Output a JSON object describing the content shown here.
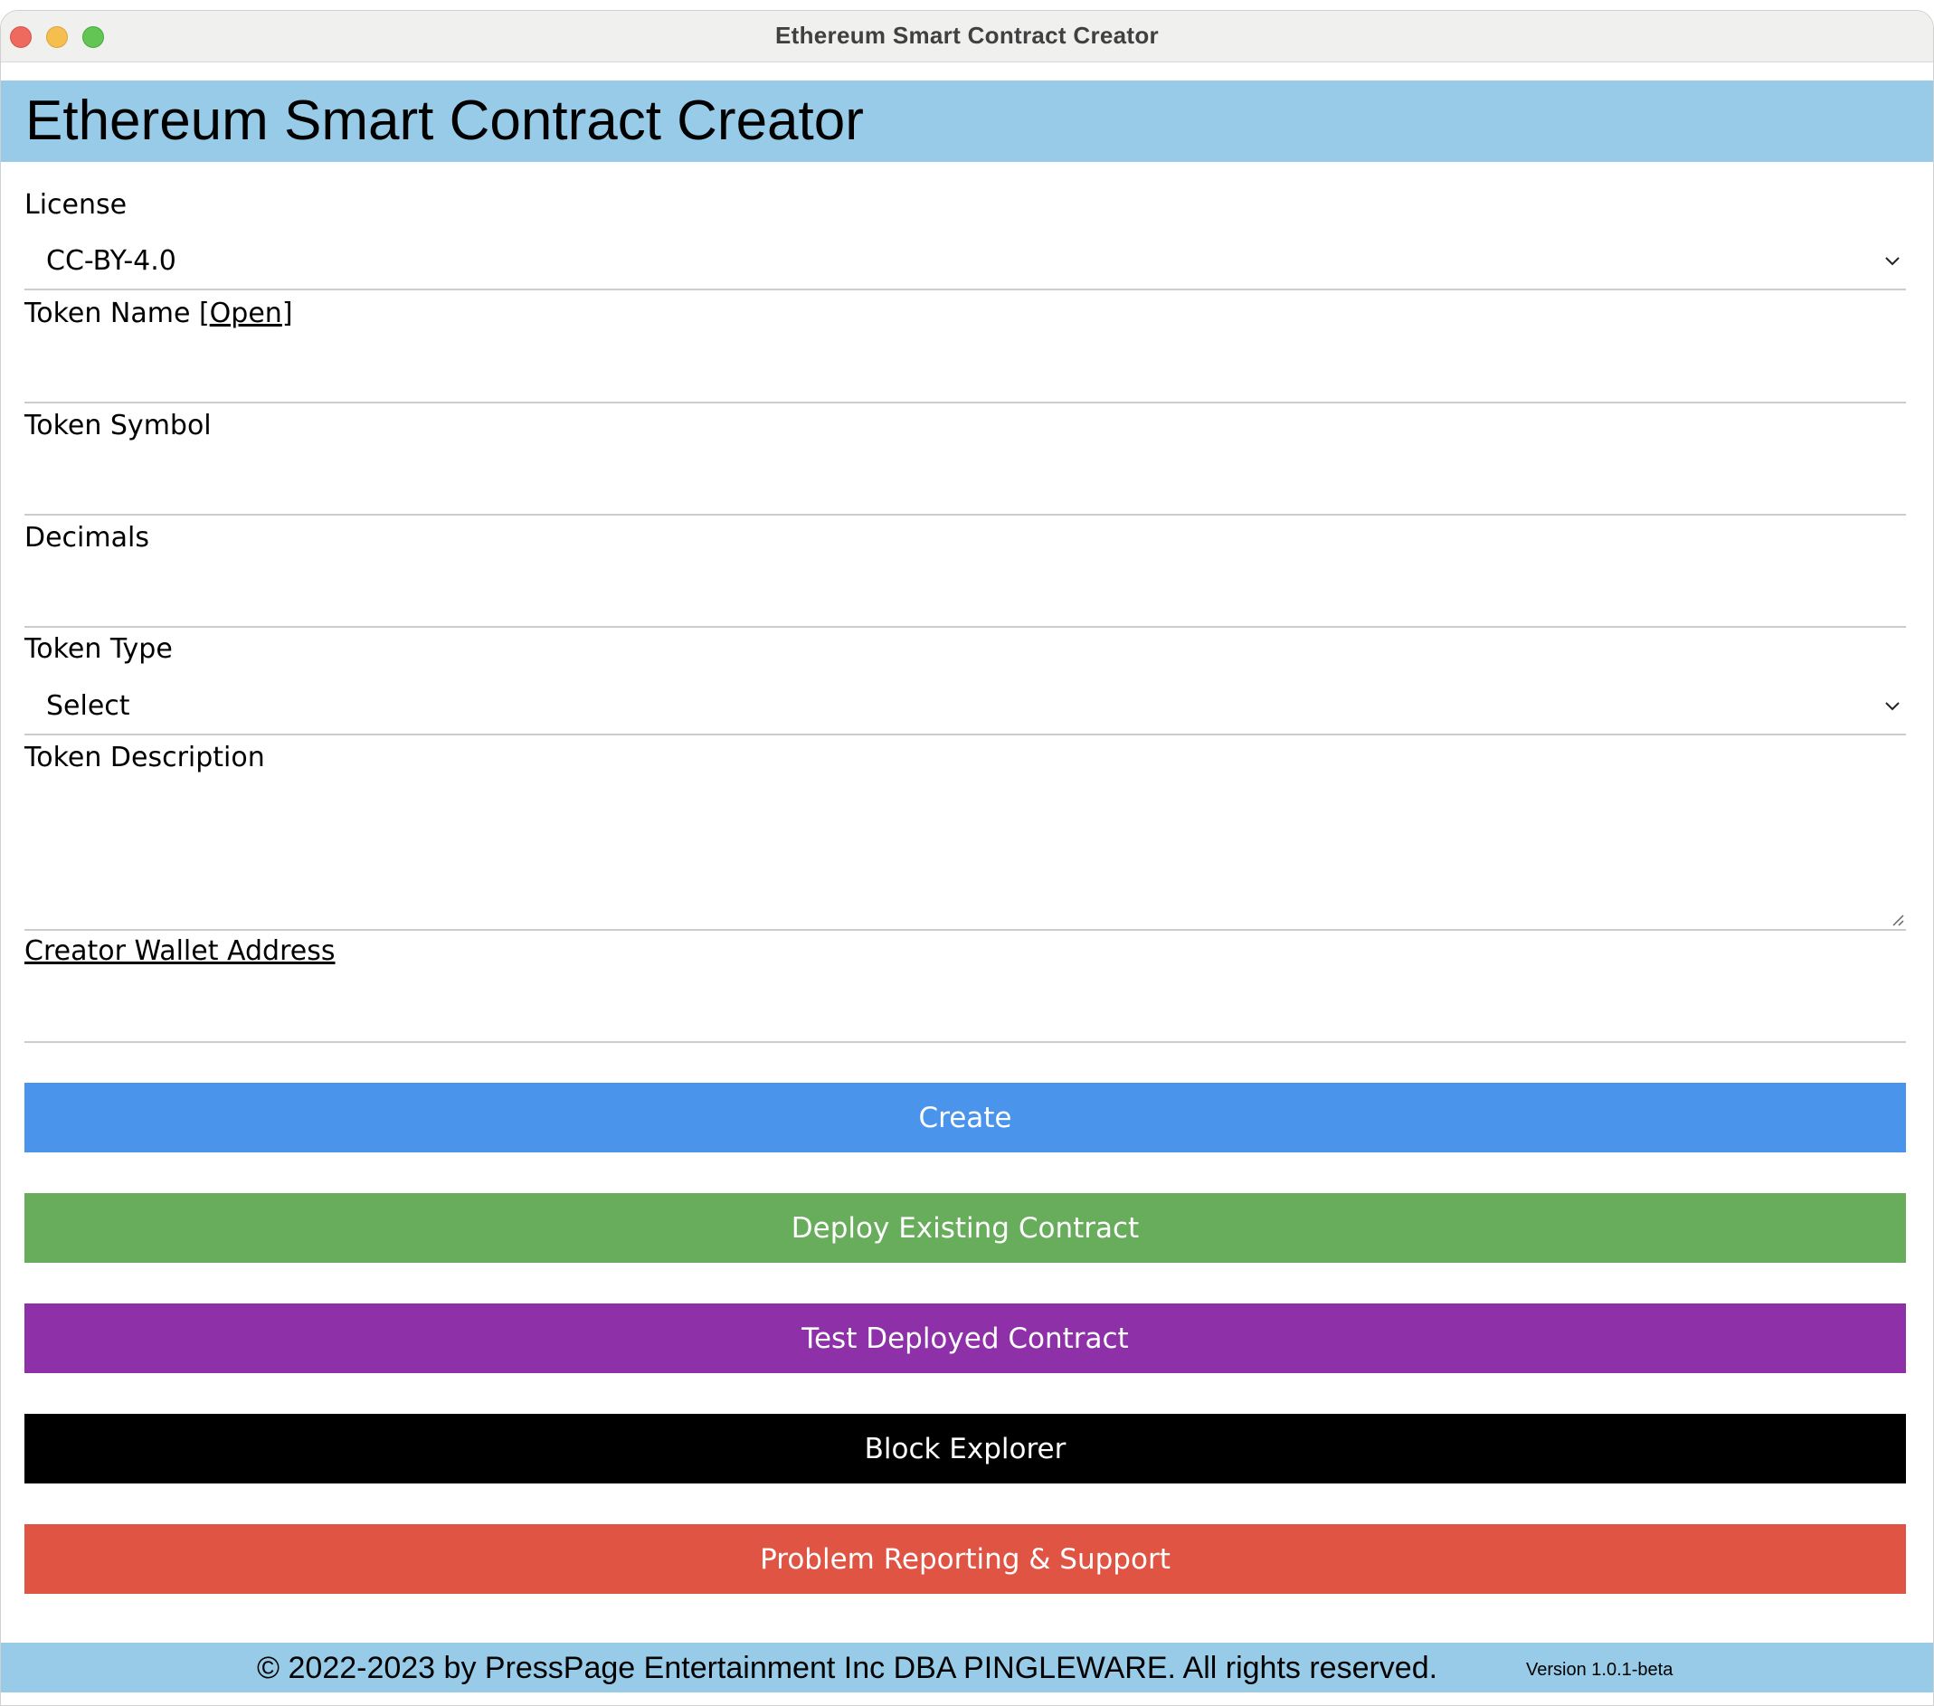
{
  "window": {
    "title": "Ethereum Smart Contract Creator"
  },
  "header": {
    "title": "Ethereum Smart Contract Creator"
  },
  "form": {
    "license": {
      "label": "License",
      "selected": "CC-BY-4.0"
    },
    "token_name": {
      "label": "Token Name",
      "bracket_open": "[",
      "link": "Open",
      "bracket_close": "]",
      "value": ""
    },
    "token_symbol": {
      "label": "Token Symbol",
      "value": ""
    },
    "decimals": {
      "label": "Decimals",
      "value": ""
    },
    "token_type": {
      "label": "Token Type",
      "selected": "Select"
    },
    "token_description": {
      "label": "Token Description",
      "value": ""
    },
    "creator_wallet": {
      "label": "Creator Wallet Address",
      "value": ""
    }
  },
  "buttons": [
    {
      "label": "Create",
      "color": "#4a95eb"
    },
    {
      "label": "Deploy Existing Contract",
      "color": "#68ad5c"
    },
    {
      "label": "Test Deployed Contract",
      "color": "#8e30a7"
    },
    {
      "label": "Block Explorer",
      "color": "#000000"
    },
    {
      "label": "Problem Reporting & Support",
      "color": "#e05444"
    }
  ],
  "footer": {
    "copyright": "© 2022-2023 by PressPage Entertainment Inc DBA PINGLEWARE. All rights reserved.",
    "version": "Version 1.0.1-beta"
  },
  "colors": {
    "header_bg": "#97cbe8",
    "field_underline": "#cccccc"
  }
}
